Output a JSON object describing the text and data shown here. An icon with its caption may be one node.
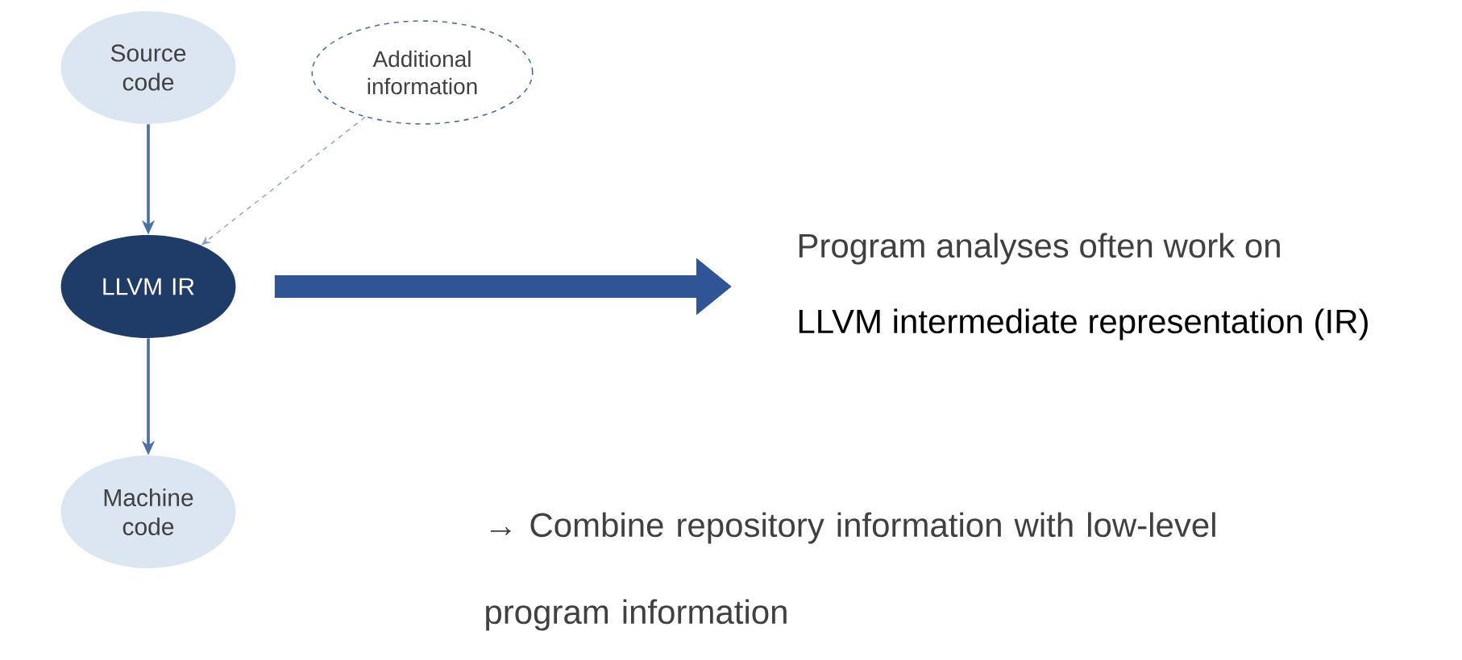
{
  "diagram": {
    "nodes": [
      {
        "text": [
          "Source code"
        ]
      },
      {
        "text": [
          "Additional information"
        ]
      },
      {
        "text": [
          "LLVM IR"
        ]
      },
      {
        "text": [
          "Machine code"
        ]
      },
      {
        "text": [
          "Program analyses often work on",
          "LLVM intermediate representation (IR)"
        ]
      }
    ],
    "edges": [
      {
        "from": 0,
        "to": 2,
        "arrow": "to"
      },
      {
        "from": 1,
        "to": 2,
        "arrow": "to",
        "style": "dashed",
        "color": "#8ea3bd"
      },
      {
        "from": 2,
        "to": 4,
        "arrow": "to",
        "style": "thick"
      },
      {
        "from": 2,
        "to": 3,
        "arrow": "to"
      }
    ],
    "labels": [
      "→ Combine repository information with low-level program information"
    ]
  }
}
